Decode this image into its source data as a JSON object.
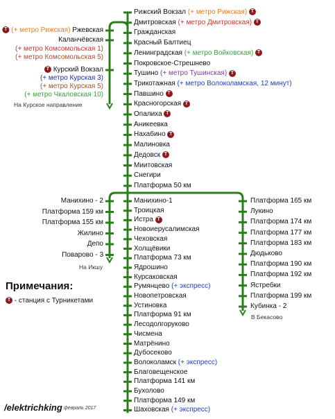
{
  "colors": {
    "line": "#2e7d1c",
    "badge": "#8e1b1b"
  },
  "main_line": [
    {
      "name": "Рижский Вокзал",
      "extra": "(+ метро Рижская)",
      "extra_color": "orange",
      "t": true
    },
    {
      "name": "Дмитровская",
      "extra": "(+ метро Дмитровская)",
      "extra_color": "red",
      "t": true
    },
    {
      "name": "Гражданская",
      "extra": "",
      "extra_color": "",
      "t": false
    },
    {
      "name": "Красный Балтиец",
      "extra": "",
      "extra_color": "",
      "t": false
    },
    {
      "name": "Ленинградская",
      "extra": "(+ метро Войковская)",
      "extra_color": "green",
      "t": true
    },
    {
      "name": "Покровское-Стрешнево",
      "extra": "",
      "extra_color": "",
      "t": false
    },
    {
      "name": "Тушино",
      "extra": "(+ метро Тушинская)",
      "extra_color": "purple",
      "t": true
    },
    {
      "name": "Трикотажная",
      "extra": "(+ метро Волоколамская, 12 минут)",
      "extra_color": "blue",
      "t": false
    },
    {
      "name": "Павшино",
      "extra": "",
      "extra_color": "",
      "t": true
    },
    {
      "name": "Красногорская",
      "extra": "",
      "extra_color": "",
      "t": true
    },
    {
      "name": "Опалиха",
      "extra": "",
      "extra_color": "",
      "t": true
    },
    {
      "name": "Аникеевка",
      "extra": "",
      "extra_color": "",
      "t": false
    },
    {
      "name": "Нахабино",
      "extra": "",
      "extra_color": "",
      "t": true
    },
    {
      "name": "Малиновка",
      "extra": "",
      "extra_color": "",
      "t": false
    },
    {
      "name": "Дедовск",
      "extra": "",
      "extra_color": "",
      "t": true
    },
    {
      "name": "Миитовская",
      "extra": "",
      "extra_color": "",
      "t": false
    },
    {
      "name": "Снегири",
      "extra": "",
      "extra_color": "",
      "t": false
    },
    {
      "name": "Платформа 50 км",
      "extra": "",
      "extra_color": "",
      "t": false
    }
  ],
  "kursk_branch": {
    "stations": [
      {
        "name": "Ржевская",
        "pre": "(+ метро Рижская)",
        "pre_color": "orange",
        "t": true
      },
      {
        "name": "Каланчёвская",
        "pre": "",
        "pre_color": "",
        "t": false
      },
      {
        "name": "(+ метро Комсомольская 1)",
        "pre": "",
        "pre_color": "red",
        "t": false,
        "note_only": true
      },
      {
        "name": "(+ метро Комсомольская 5)",
        "pre": "",
        "pre_color": "brown",
        "t": false,
        "note_only": true
      },
      {
        "name": "Курский Вокзал",
        "pre": "",
        "pre_color": "",
        "t": true
      },
      {
        "name": "(+ метро Курская 3)",
        "pre": "",
        "pre_color": "dblue",
        "t": false,
        "note_only": true
      },
      {
        "name": "(+ метро Курская 5)",
        "pre": "",
        "pre_color": "brown",
        "t": false,
        "note_only": true
      },
      {
        "name": "(+ метро Чкаловская 10)",
        "pre": "",
        "pre_color": "green",
        "t": false,
        "note_only": true
      }
    ],
    "direction": "На Курское направление"
  },
  "west_branch": {
    "stations": [
      "Манихино - 2",
      "Платформа 159 км",
      "Платформа 155 км",
      "Жилино",
      "Депо",
      "Поварово - 3"
    ],
    "direction": "На Икшу"
  },
  "center_branch": [
    {
      "name": "Манихино-1",
      "extra": "",
      "t": false
    },
    {
      "name": "Троицкая",
      "extra": "",
      "t": false
    },
    {
      "name": "Истра",
      "extra": "",
      "t": true
    },
    {
      "name": "Новоиерусалимская",
      "extra": "",
      "t": false
    },
    {
      "name": "Чеховская",
      "extra": "",
      "t": false
    },
    {
      "name": "Холщёвики",
      "extra": "",
      "t": false
    },
    {
      "name": "Платформа 73 км",
      "extra": "",
      "t": false
    },
    {
      "name": "Ядрошино",
      "extra": "",
      "t": false
    },
    {
      "name": "Курсаковская",
      "extra": "",
      "t": false
    },
    {
      "name": "Румянцево",
      "extra": "(+ экспресс)",
      "t": false
    },
    {
      "name": "Новопетровская",
      "extra": "",
      "t": false
    },
    {
      "name": "Устиновка",
      "extra": "",
      "t": false
    },
    {
      "name": "Платформа 91 км",
      "extra": "",
      "t": false
    },
    {
      "name": "Лесодолгоруково",
      "extra": "",
      "t": false
    },
    {
      "name": "Чисмена",
      "extra": "",
      "t": false
    },
    {
      "name": "Матрёнино",
      "extra": "",
      "t": false
    },
    {
      "name": "Дубосеково",
      "extra": "",
      "t": false
    },
    {
      "name": "Волоколамск",
      "extra": "(+ экспресс)",
      "t": false
    },
    {
      "name": "Благовещенское",
      "extra": "",
      "t": false
    },
    {
      "name": "Платформа 141 км",
      "extra": "",
      "t": false
    },
    {
      "name": "Бухолово",
      "extra": "",
      "t": false
    },
    {
      "name": "Платформа 149 км",
      "extra": "",
      "t": false
    },
    {
      "name": "Шаховская",
      "extra": "(+ экспресс)",
      "t": false
    }
  ],
  "east_branch": {
    "stations": [
      "Платформа 165 км",
      "Лукино",
      "Платформа 174 км",
      "Платформа 177 км",
      "Платформа 183 км",
      "Дюдьково",
      "Платформа 190 км",
      "Платформа 192 км",
      "Ястребки",
      "Платформа 199 км",
      "Кубинка - 2"
    ],
    "direction": "В Бекасово"
  },
  "notes": {
    "title": "Примечания:",
    "badge_letter": "T",
    "items": [
      "- станция с Турникетами"
    ]
  },
  "brand": {
    "name": "/elektrichking",
    "date": "февраль 2017"
  }
}
